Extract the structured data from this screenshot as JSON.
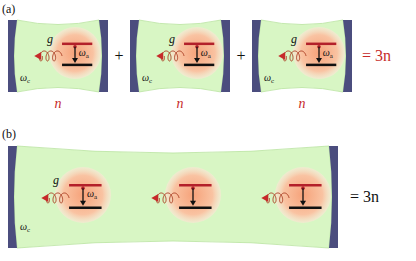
{
  "diagram": {
    "nodes": [
      {
        "text": [
          "ωc"
        ]
      },
      {
        "text": [
          "g",
          "ωa"
        ],
        "in": 0
      },
      {
        "text": [
          "ωc"
        ]
      },
      {
        "text": [
          "g",
          "ωa"
        ],
        "in": 2
      },
      {
        "text": [
          "ωc"
        ]
      },
      {
        "text": [
          "g",
          "ωa"
        ],
        "in": 4
      },
      {
        "text": [
          "ωc"
        ]
      },
      {
        "text": [
          "g",
          "ωa"
        ],
        "in": 6
      }
    ],
    "labels": [
      "(a)",
      "+",
      "+",
      "= 3n",
      "n",
      "n",
      "n",
      "(b)",
      "= 3n"
    ]
  }
}
